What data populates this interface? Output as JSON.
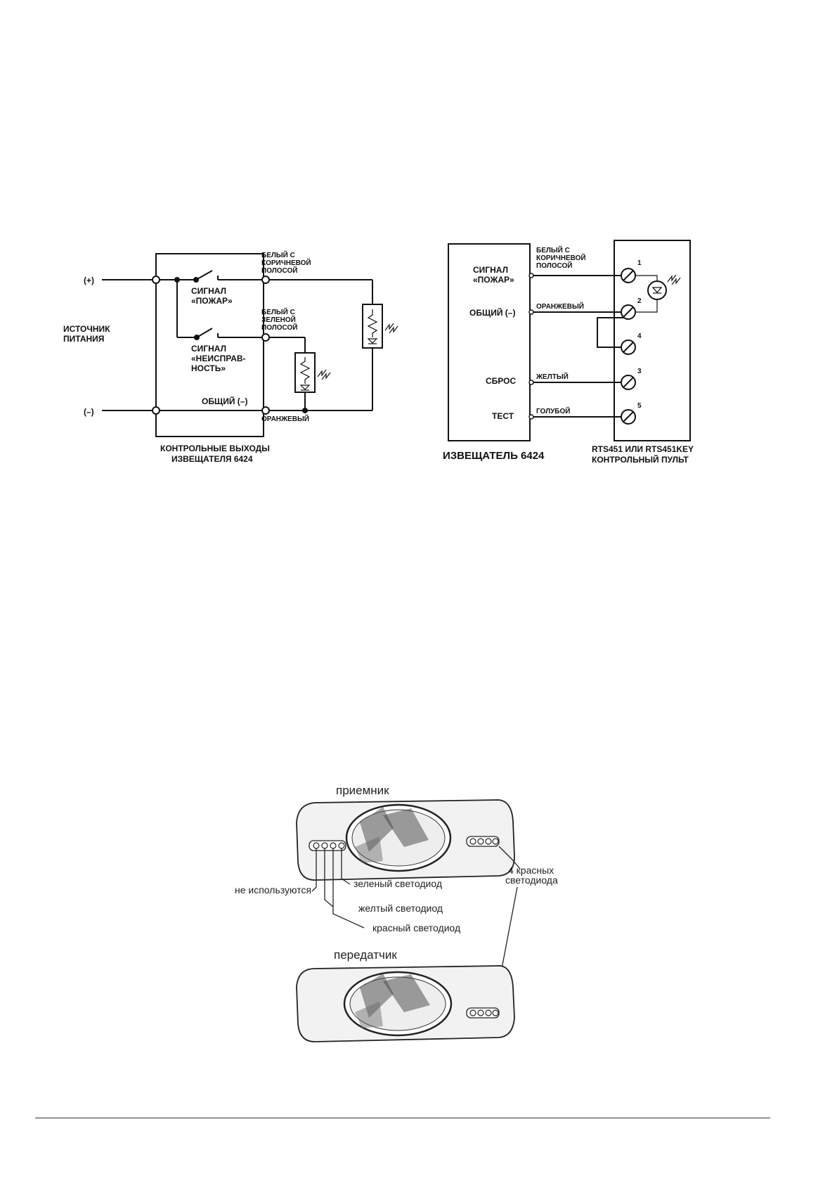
{
  "diagram_left": {
    "plus_label": "(+)",
    "minus_label": "(–)",
    "source_label_1": "ИСТОЧНИК",
    "source_label_2": "ПИТАНИЯ",
    "fire_signal_1": "СИГНАЛ",
    "fire_signal_2": "«ПОЖАР»",
    "fault_signal_1": "СИГНАЛ",
    "fault_signal_2": "«НЕИСПРАВ-",
    "fault_signal_3": "НОСТЬ»",
    "common_label": "ОБЩИЙ (–)",
    "wire_brown_1": "БЕЛЫЙ С",
    "wire_brown_2": "КОРИЧНЕВОЙ",
    "wire_brown_3": "ПОЛОСОЙ",
    "wire_green_1": "БЕЛЫЙ С",
    "wire_green_2": "ЗЕЛЕНОЙ",
    "wire_green_3": "ПОЛОСОЙ",
    "wire_orange": "ОРАНЖЕВЫЙ",
    "caption_1": "КОНТРОЛЬНЫЕ ВЫХОДЫ",
    "caption_2": "ИЗВЕЩАТЕЛЯ 6424"
  },
  "diagram_right": {
    "fire_signal_1": "СИГНАЛ",
    "fire_signal_2": "«ПОЖАР»",
    "common_label": "ОБЩИЙ (–)",
    "reset_label": "СБРОС",
    "test_label": "ТЕСТ",
    "wire_brown_1": "БЕЛЫЙ С",
    "wire_brown_2": "КОРИЧНЕВОЙ",
    "wire_brown_3": "ПОЛОСОЙ",
    "wire_orange": "ОРАНЖЕВЫЙ",
    "wire_yellow": "ЖЕЛТЫЙ",
    "wire_blue": "ГОЛУБОЙ",
    "terminals": [
      "1",
      "2",
      "4",
      "3",
      "5"
    ],
    "caption_left": "ИЗВЕЩАТЕЛЬ  6424",
    "caption_right_1": "RTS451 ИЛИ RTS451KEY",
    "caption_right_2": "КОНТРОЛЬНЫЙ ПУЛЬТ"
  },
  "device_figure": {
    "receiver_label": "приемник",
    "transmitter_label": "передатчик",
    "not_used_label": "не используются",
    "green_led_label": "зеленый светодиод",
    "yellow_led_label": "желтый светодиод",
    "red_led_label": "красный светодиод",
    "red_leds_label_1": "4 красных",
    "red_leds_label_2": "светодиода"
  }
}
